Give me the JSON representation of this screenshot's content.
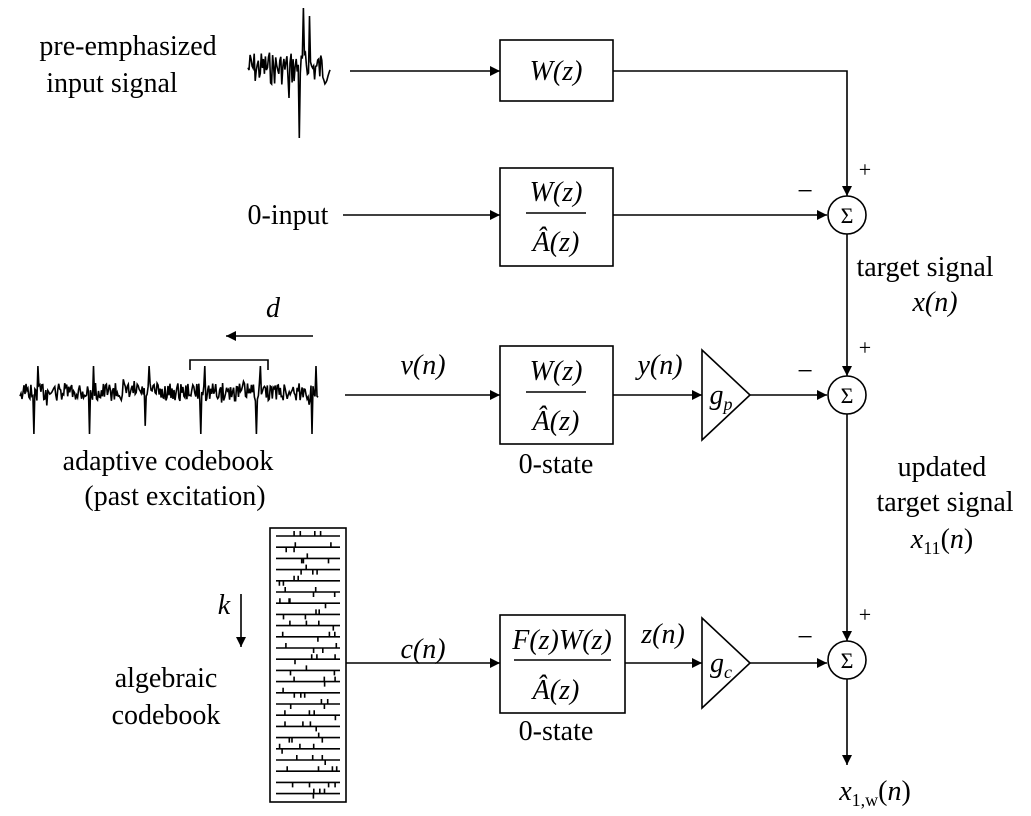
{
  "inputs": {
    "preemph_line1": "pre-emphasized",
    "preemph_line2": "input signal",
    "zero_input": "0-input",
    "adaptive_line1": "adaptive codebook",
    "adaptive_line2": "(past excitation)",
    "algebraic_line1": "algebraic",
    "algebraic_line2": "codebook",
    "delay_symbol": "d",
    "index_symbol": "k"
  },
  "filters": {
    "w": "W(z)",
    "w_num": "W(z)",
    "a_hat": "Â(z)",
    "fw_num": "F(z)W(z)",
    "zero_state": "0-state"
  },
  "signals": {
    "v": "v(n)",
    "y": "y(n)",
    "c": "c(n)",
    "z": "z(n)",
    "target_line1": "target signal",
    "target_line2": "x(n)",
    "updated_line1": "updated",
    "updated_line2": "target signal",
    "updated_line3": "x11(n)",
    "output": "x1,w(n)"
  },
  "gains": {
    "gp": "gp",
    "gc": "gc"
  },
  "junctions": {
    "sigma": "Σ",
    "plus": "+",
    "minus": "−"
  }
}
